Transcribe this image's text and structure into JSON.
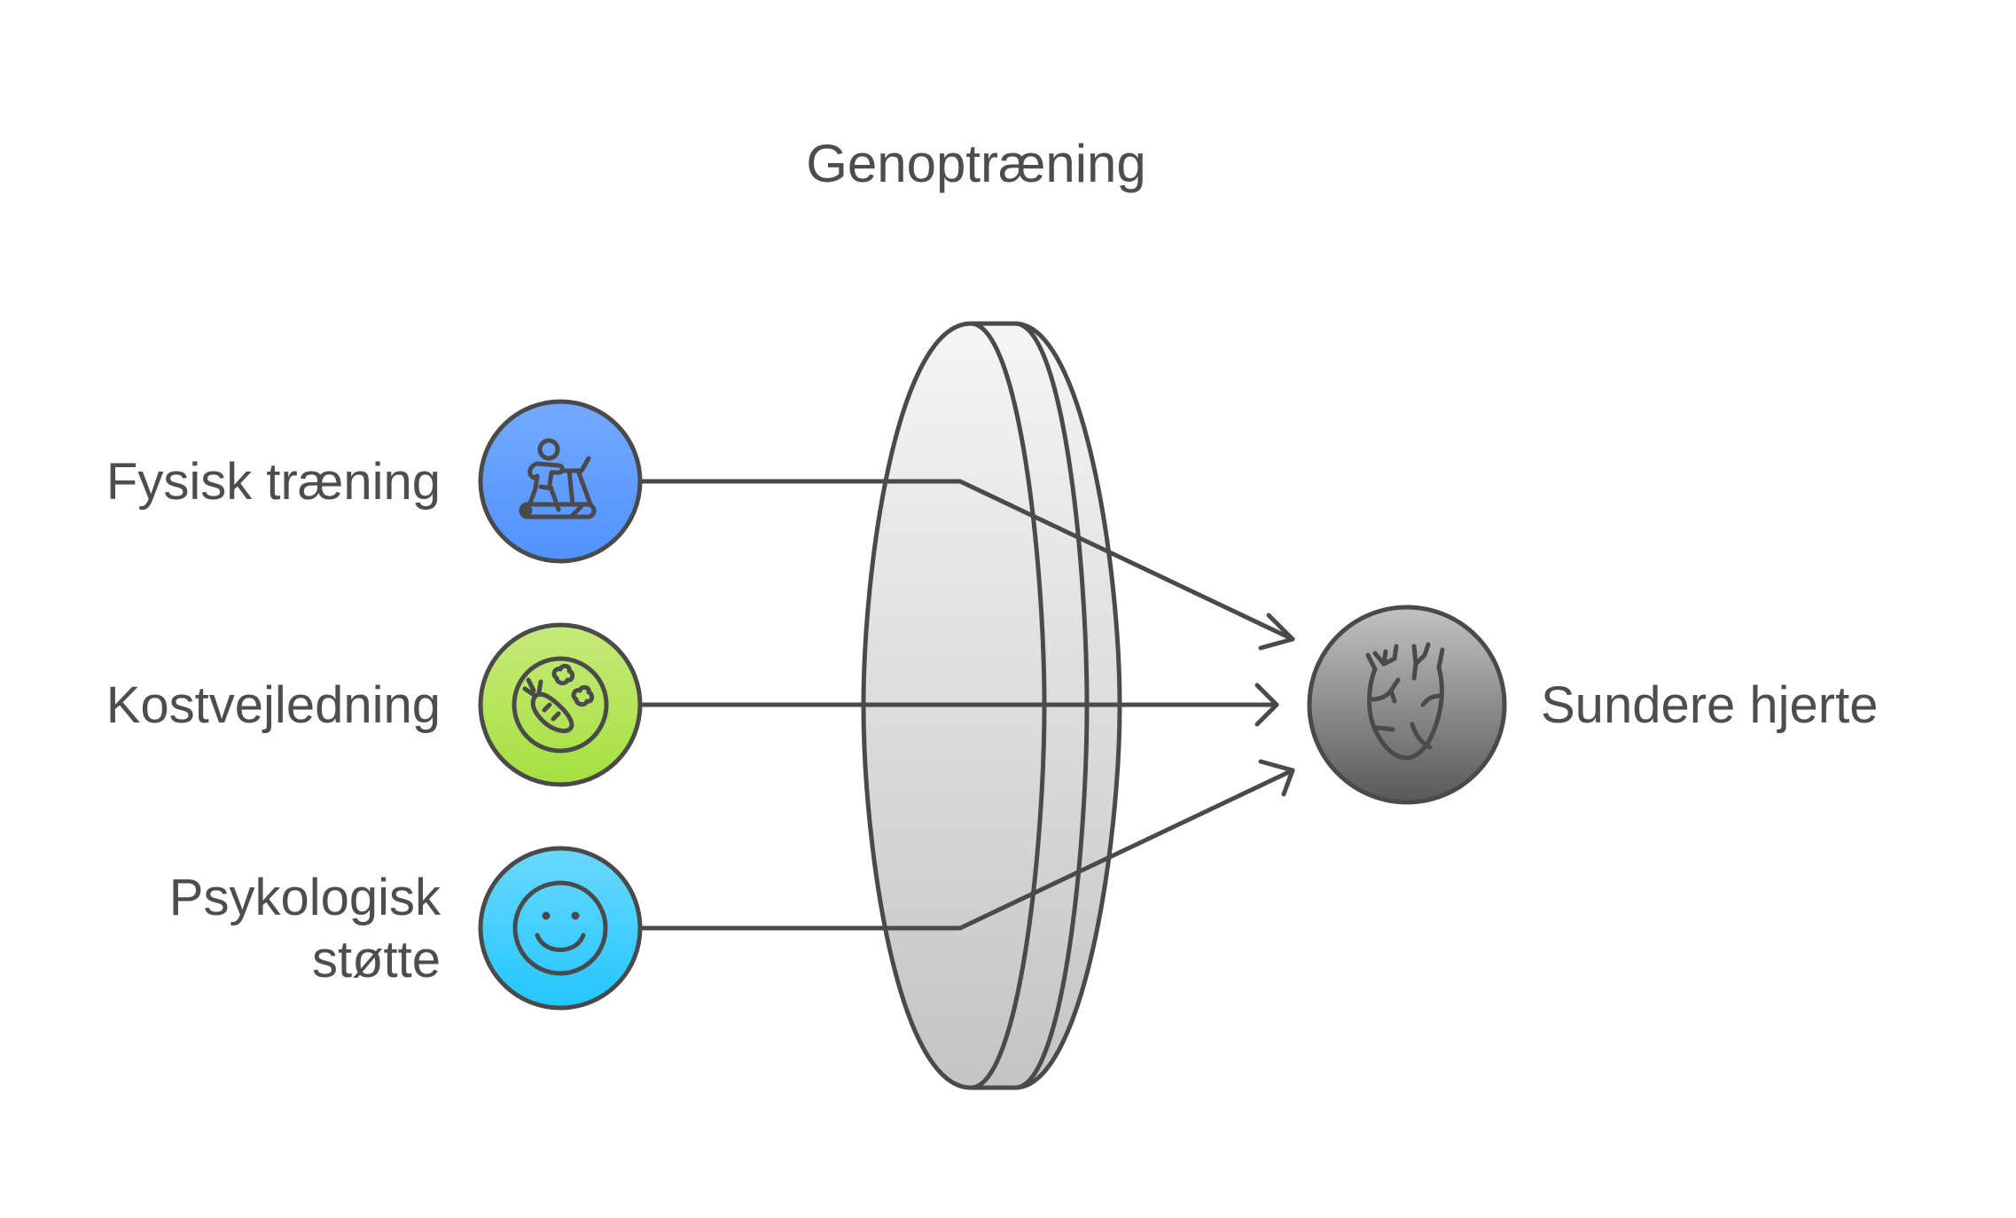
{
  "diagram": {
    "title": "Genoptræning",
    "lens": {
      "name": "Genoptræning",
      "shape": "lens-disc"
    },
    "inputs": [
      {
        "label_lines": [
          "Fysisk træning"
        ],
        "icon": "treadmill-icon",
        "color_top": "#74a9ff",
        "color_bottom": "#5092ff"
      },
      {
        "label_lines": [
          "Kostvejledning"
        ],
        "icon": "vegetables-plate-icon",
        "color_top": "#c6ea7a",
        "color_bottom": "#a6e03f"
      },
      {
        "label_lines": [
          "Psykologisk",
          "støtte"
        ],
        "icon": "smiley-face-icon",
        "color_top": "#6ad8ff",
        "color_bottom": "#22c6fc"
      }
    ],
    "output": {
      "label": "Sundere hjerte",
      "icon": "heart-anatomy-icon",
      "color_top": "#c2c2c2",
      "color_bottom": "#595959"
    },
    "colors": {
      "stroke": "#4a4a4a",
      "text": "#4d4d4d",
      "lens_top": "#f5f5f5",
      "lens_bottom": "#c4c4c4"
    }
  }
}
